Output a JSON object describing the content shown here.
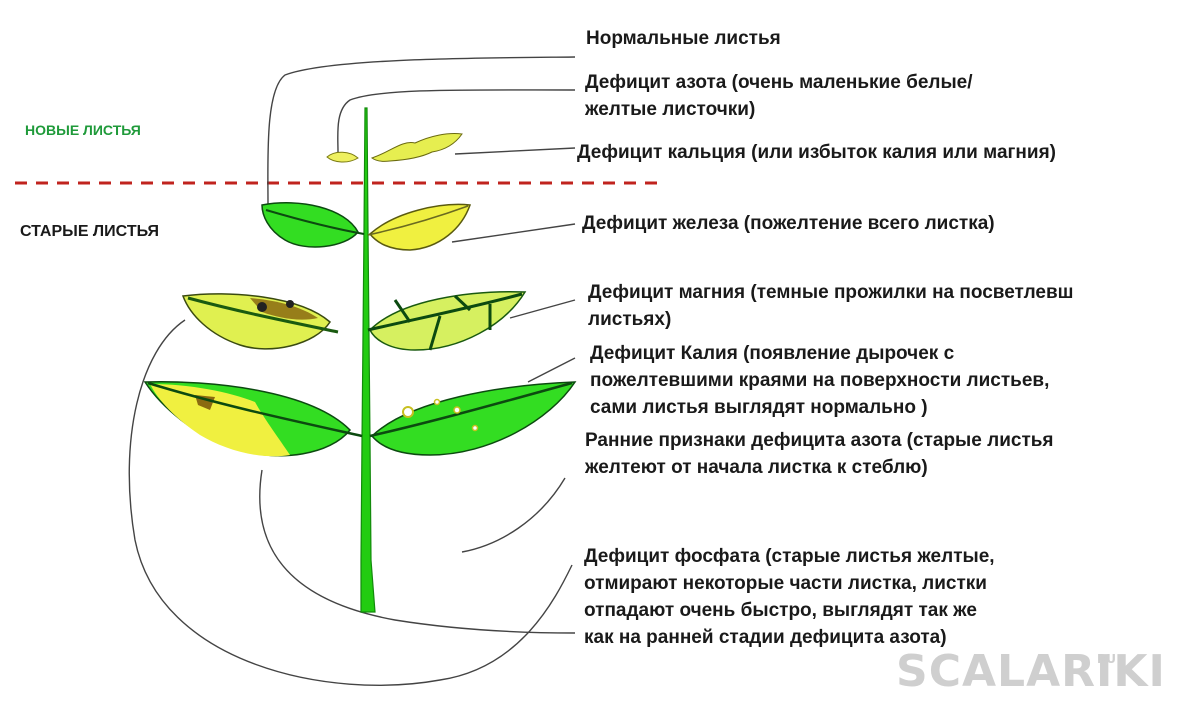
{
  "zones": {
    "new_leaves": "НОВЫЕ ЛИСТЬЯ",
    "old_leaves": "СТАРЫЕ ЛИСТЬЯ"
  },
  "labels": {
    "normal": "Нормальные листья",
    "nitrogen_deficit": "Дефицит азота (очень маленькие белые/\nжелтые листочки)",
    "calcium_deficit": "Дефицит кальция (или избыток калия или магния)",
    "iron_deficit": "Дефицит железа  (пожелтение всего листка)",
    "magnesium_deficit": "Дефицит магния (темные прожилки на посветлевш\nлистьях)",
    "potassium_deficit": "Дефицит Калия  (появление дырочек с\nпожелтевшими краями на поверхности листьев,\nсами листья выглядят нормально )",
    "early_nitrogen": "Ранние признаки дефицита азота (старые листья\nжелтеют от начала листка к стеблю)",
    "phosphate_deficit": "Дефицит фосфата (старые листья желтые,\nотмирают некоторые части листка, листки\nотпадают очень быстро, выглядят  так же\nкак на ранней стадии дефицита азота)"
  },
  "watermark": {
    "text": "SCALARIKI",
    "suffix": "RU"
  },
  "colors": {
    "stem": "#22cc11",
    "stem_edge": "#138a0c",
    "leaf_green": "#33dd22",
    "leaf_yellow": "#f0f040",
    "leaf_pale": "#e8f060",
    "spot_brown": "#8a6a10",
    "vein_dark": "#0c4a10",
    "divider": "#c0231e",
    "new_leaves_label": "#1f9a3a",
    "old_leaves_label": "#1a1a1a",
    "leader_line": "#444444"
  }
}
